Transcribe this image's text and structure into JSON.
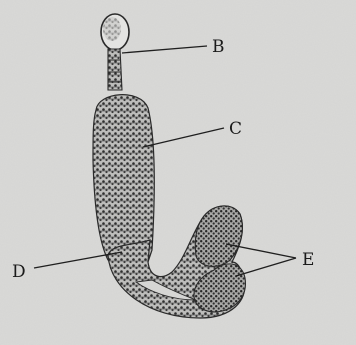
{
  "labels": {
    "b": "B",
    "c": "C",
    "d": "D",
    "e": "E"
  },
  "colors": {
    "paper": "#d9d9d7",
    "stipple": "#2b2b2b",
    "ink": "#1a1a1a"
  }
}
